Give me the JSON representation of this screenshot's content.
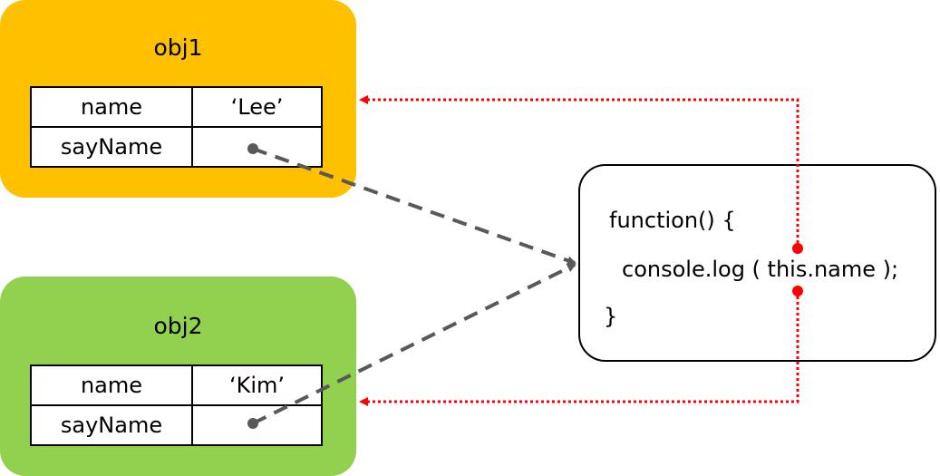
{
  "objects": [
    {
      "title": "obj1",
      "color": "#FFC000",
      "rows": [
        {
          "key": "name",
          "value": "‘Lee’"
        },
        {
          "key": "sayName",
          "value": ""
        }
      ]
    },
    {
      "title": "obj2",
      "color": "#92D050",
      "rows": [
        {
          "key": "name",
          "value": "‘Kim’"
        },
        {
          "key": "sayName",
          "value": ""
        }
      ]
    }
  ],
  "function": {
    "lines": [
      "function() {",
      "console.log ( this.name );",
      "}"
    ]
  },
  "colors": {
    "reference_arrow": "#595959",
    "this_arrow": "#FF0000"
  }
}
